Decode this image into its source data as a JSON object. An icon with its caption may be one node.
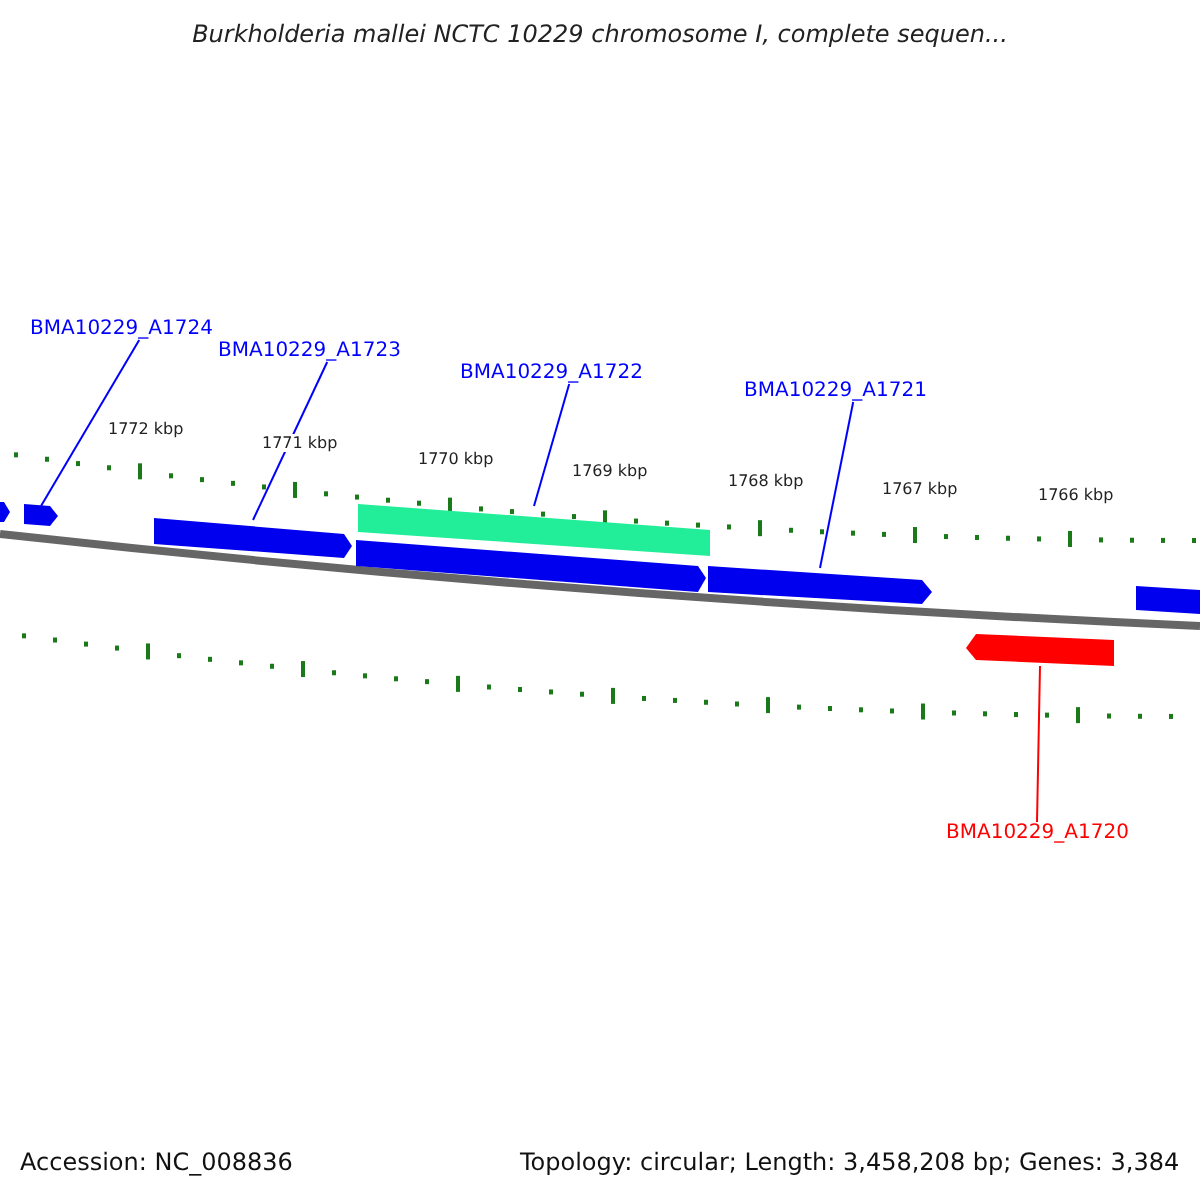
{
  "diagram": {
    "title": "Burkholderia mallei NCTC 10229 chromosome I, complete sequen...",
    "nodes": [
      {
        "text": [
          "BMA10229_A1724"
        ]
      },
      {
        "text": [
          "BMA10229_A1723"
        ]
      },
      {
        "text": [
          "BMA10229_A1722"
        ]
      },
      {
        "text": [
          "BMA10229_A1721"
        ]
      },
      {
        "text": [
          "BMA10229_A1720"
        ]
      },
      {
        "text": [],
        "shape": "bar"
      },
      {
        "text": [],
        "shape": "bar"
      },
      {
        "text": [],
        "shape": "bar"
      },
      {
        "text": [],
        "shape": "bar"
      },
      {
        "text": [],
        "shape": "bar"
      },
      {
        "text": [],
        "shape": "bar"
      },
      {
        "text": [],
        "shape": "bar"
      },
      {
        "text": [],
        "shape": "bar"
      }
    ],
    "edges": [
      {
        "from": 0,
        "to": 6,
        "arrow": "none",
        "color": "#0000ff"
      },
      {
        "from": 1,
        "to": 7,
        "arrow": "none",
        "color": "#0000ff"
      },
      {
        "from": 2,
        "to": 8,
        "arrow": "none",
        "color": "#0000ff"
      },
      {
        "from": 3,
        "to": 10,
        "arrow": "none",
        "color": "#0000ff"
      },
      {
        "from": 4,
        "to": 11,
        "arrow": "none",
        "color": "#ff0000"
      }
    ],
    "labels": [
      "1772 kbp",
      "1771 kbp",
      "1770 kbp",
      "1769 kbp",
      "1768 kbp",
      "1767 kbp",
      "1766 kbp",
      "Accession: NC_008836",
      "Topology: circular; Length: 3,458,208 bp; Genes: 3,384"
    ]
  }
}
